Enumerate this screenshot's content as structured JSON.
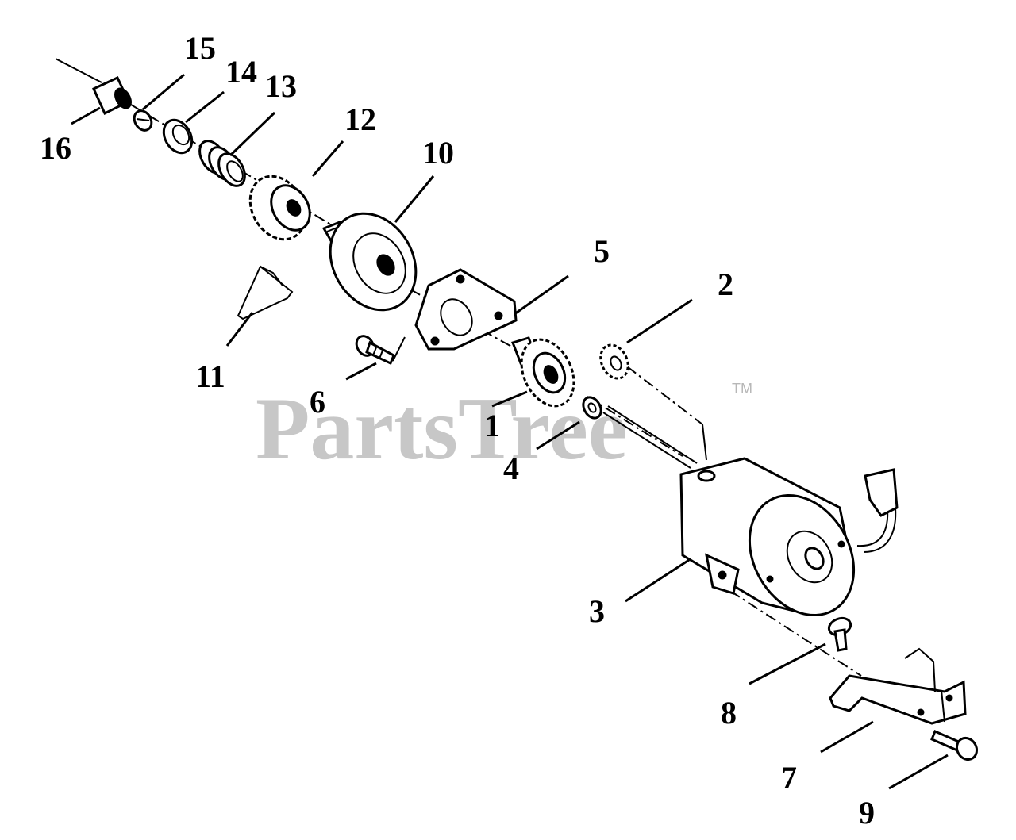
{
  "watermark": {
    "text": "PartsTree",
    "trademark": "TM"
  },
  "callouts": [
    {
      "id": "1",
      "label": "1"
    },
    {
      "id": "2",
      "label": "2"
    },
    {
      "id": "3",
      "label": "3"
    },
    {
      "id": "4",
      "label": "4"
    },
    {
      "id": "5",
      "label": "5"
    },
    {
      "id": "6",
      "label": "6"
    },
    {
      "id": "7",
      "label": "7"
    },
    {
      "id": "8",
      "label": "8"
    },
    {
      "id": "9",
      "label": "9"
    },
    {
      "id": "10",
      "label": "10"
    },
    {
      "id": "11",
      "label": "11"
    },
    {
      "id": "12",
      "label": "12"
    },
    {
      "id": "13",
      "label": "13"
    },
    {
      "id": "14",
      "label": "14"
    },
    {
      "id": "15",
      "label": "15"
    },
    {
      "id": "16",
      "label": "16"
    }
  ],
  "colors": {
    "ink": "#000000",
    "background": "#ffffff",
    "watermark": "#9a9a9a"
  }
}
